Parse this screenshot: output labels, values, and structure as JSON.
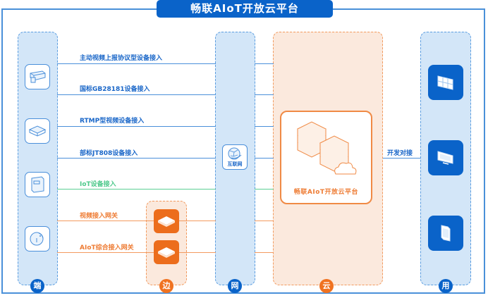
{
  "title": "畅联AIoT开放云平台",
  "columns": {
    "device": {
      "label": "端"
    },
    "edge": {
      "label": "边"
    },
    "network": {
      "label": "网"
    },
    "cloud": {
      "label": "云"
    },
    "application": {
      "label": "用"
    }
  },
  "connections": [
    {
      "label": "主动视频上报协议型设备接入",
      "color": "#4a8fda"
    },
    {
      "label": "国标GB28181设备接入",
      "color": "#4a8fda"
    },
    {
      "label": "RTMP型视频设备接入",
      "color": "#4a8fda"
    },
    {
      "label": "部标JT808设备接入",
      "color": "#4a8fda"
    },
    {
      "label": "IoT设备接入",
      "color": "#5ccf94"
    },
    {
      "label": "视频接入网关",
      "color": "#f39a5f"
    },
    {
      "label": "AIoT综合接入网关",
      "color": "#f39a5f"
    }
  ],
  "devices": [
    {
      "icon": "camera-icon"
    },
    {
      "icon": "nvr-box-icon"
    },
    {
      "icon": "meter-cabinet-icon"
    },
    {
      "icon": "smart-lock-icon"
    }
  ],
  "gateways": [
    {
      "icon": "video-gateway-icon"
    },
    {
      "icon": "aiot-gateway-icon"
    }
  ],
  "network": {
    "label": "互联网",
    "icon": "globe-icon"
  },
  "cloud": {
    "label": "畅联AIoT开放云平台",
    "icon": "server-stack-icon"
  },
  "integration": {
    "label": "开发对接"
  },
  "applications": [
    {
      "icon": "video-wall-icon"
    },
    {
      "icon": "monitor-icon"
    },
    {
      "icon": "mobile-phone-icon"
    }
  ],
  "colors": {
    "primary_blue": "#0a63c9",
    "accent_orange": "#ec6d1c",
    "iot_green": "#5ccf94"
  }
}
